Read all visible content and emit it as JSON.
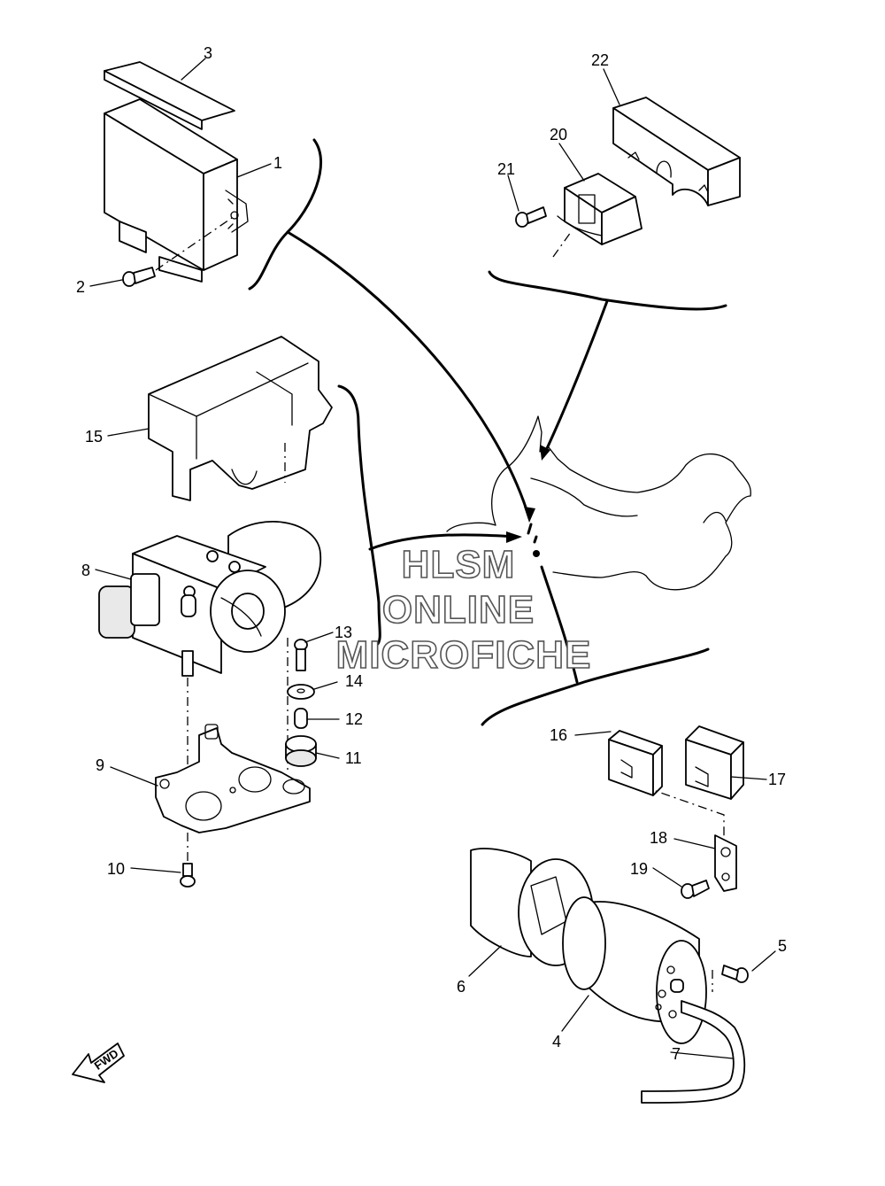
{
  "callouts": {
    "c1": "1",
    "c2": "2",
    "c3": "3",
    "c4": "4",
    "c5": "5",
    "c6": "6",
    "c7": "7",
    "c8": "8",
    "c9": "9",
    "c10": "10",
    "c11": "11",
    "c12": "12",
    "c13": "13",
    "c14": "14",
    "c15": "15",
    "c16": "16",
    "c17": "17",
    "c18": "18",
    "c19": "19",
    "c20": "20",
    "c21": "21",
    "c22": "22"
  },
  "watermark": {
    "line1": "HLSM",
    "line2": "ONLINE",
    "line3": "MICROFICHE"
  },
  "direction_badge": "FWD"
}
